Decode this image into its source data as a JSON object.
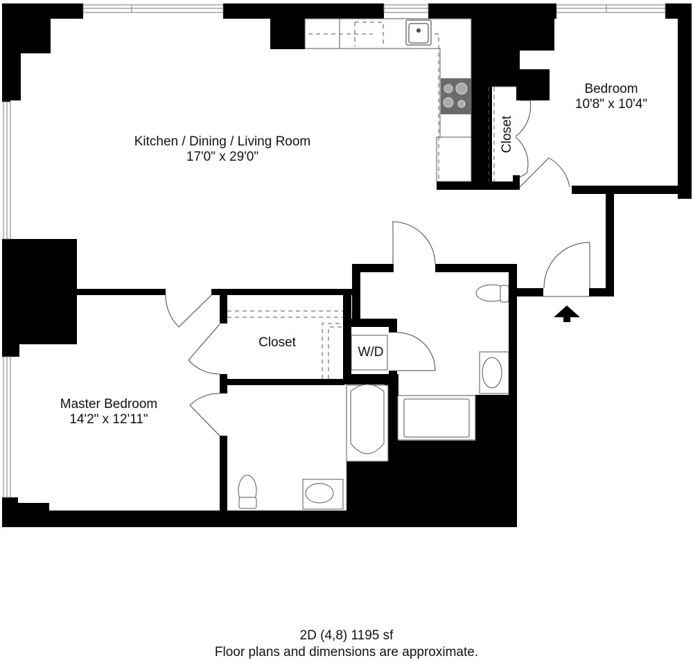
{
  "plan": {
    "unit": "2D (4,8) 1195 sf",
    "disclaimer": "Floor plans and dimensions are approximate.",
    "colors": {
      "wall": "#000000",
      "fixture_line": "#555555",
      "cooktop": "#666666",
      "background": "#ffffff"
    }
  },
  "rooms": {
    "living": {
      "name": "Kitchen / Dining / Living Room",
      "dims": "17'0\" x 29'0\""
    },
    "bedroom": {
      "name": "Bedroom",
      "dims": "10'8\" x 10'4\""
    },
    "bedroom_closet": {
      "name": "Closet"
    },
    "master": {
      "name": "Master Bedroom",
      "dims": "14'2\" x 12'11\""
    },
    "master_closet": {
      "name": "Closet"
    },
    "laundry": {
      "name": "W/D"
    }
  },
  "markers": {
    "entry": "entry-arrow"
  }
}
